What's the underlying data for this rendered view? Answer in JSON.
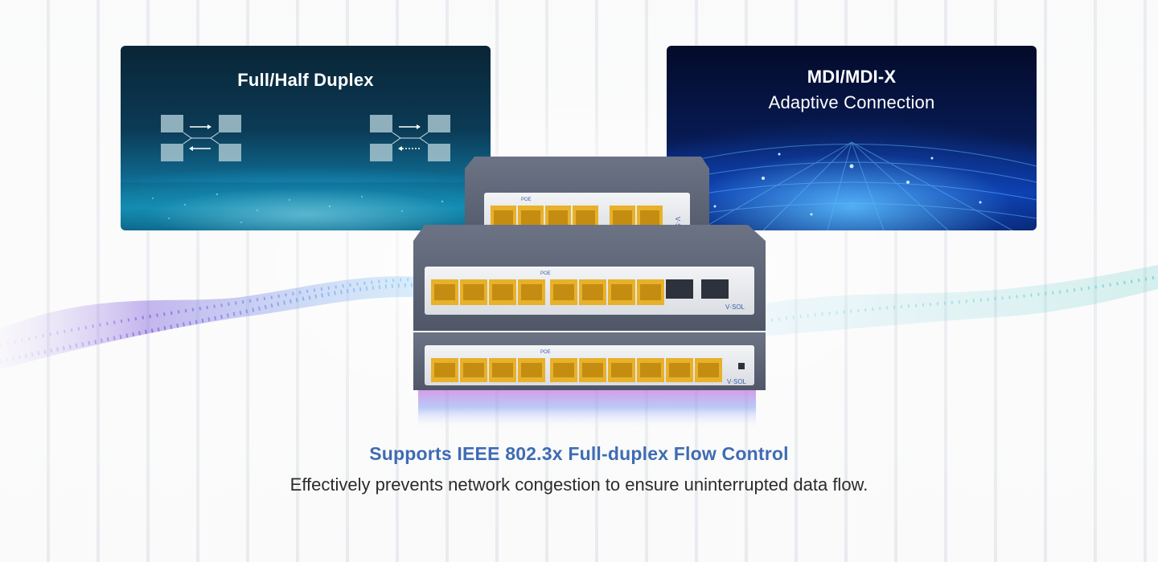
{
  "cards": {
    "left": {
      "title": "Full/Half Duplex"
    },
    "right": {
      "title_line1": "MDI/MDI-X",
      "title_line2": "Adaptive Connection"
    }
  },
  "devices": {
    "top": {
      "group_label": "POE",
      "brand": "V·SOL"
    },
    "middle": {
      "group_label": "POE",
      "brand": "V·SOL"
    },
    "bottom": {
      "group_label": "POE",
      "brand": "V·SOL"
    }
  },
  "caption": {
    "title": "Supports IEEE 802.3x Full-duplex Flow Control",
    "subtitle": "Effectively prevents network congestion to ensure uninterrupted data flow."
  },
  "colors": {
    "caption_title": "#3e6cb3",
    "caption_text": "#2b2b2b",
    "port_yellow": "#e7b12a",
    "chassis": "#5a6274"
  }
}
